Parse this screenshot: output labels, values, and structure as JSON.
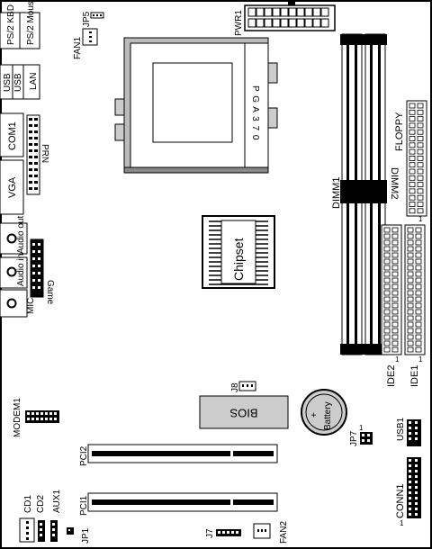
{
  "labels": {
    "ps2_kbd": "PS/2 KBD",
    "ps2_mouse": "PS/2 Mouse",
    "usb_a": "USB",
    "usb_b": "USB",
    "lan": "LAN",
    "com1": "COM1",
    "vga": "VGA",
    "prn": "PRN",
    "audio_out": "Audio out",
    "audio_in": "Audio in",
    "mic": "MIC",
    "game": "Game",
    "jp5": "JP5",
    "fan1": "FAN1",
    "pwr1": "PWR1",
    "pga370": "P G A 3 7 0",
    "chipset": "Chipset",
    "dimm1": "DIMM1",
    "dimm2": "DIMM2",
    "floppy": "FLOPPY",
    "ide2": "IDE2",
    "ide1": "IDE1",
    "j8": "J8",
    "bios": "BIOS",
    "battery": "Battery",
    "battery_plus": "+",
    "modem1": "MODEM1",
    "jp7": "JP7",
    "usb1": "USB1",
    "pci2": "PCI2",
    "pci1": "PCI1",
    "conn1": "CONN1",
    "cd1": "CD1",
    "cd2": "CD2",
    "aux1": "AUX1",
    "jp1": "JP1",
    "j7": "J7",
    "fan2": "FAN2",
    "pin_one": "1"
  }
}
